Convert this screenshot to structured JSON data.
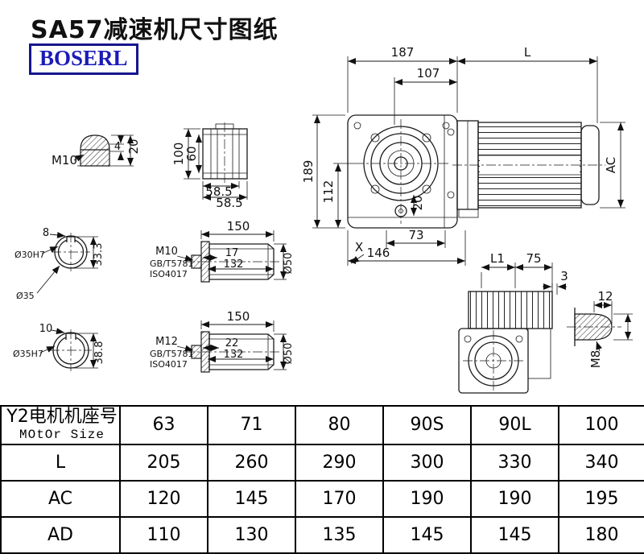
{
  "page": {
    "title": "SA57减速机尺寸图纸",
    "brand": "BOSERL"
  },
  "drawing": {
    "main_view": {
      "dim_width_housing": "187",
      "dim_motor_length": "L",
      "dim_107": "107",
      "dim_height": "189",
      "dim_112": "112",
      "dim_20": "20",
      "dim_73": "73",
      "dim_146": "146",
      "view_arrow": "X",
      "dim_motor_dia": "AC"
    },
    "side_view": {
      "dim_l1": "L1",
      "dim_75": "75",
      "dim_3": "3"
    },
    "shaft_end": {
      "dim_12": "12",
      "thread": "M8"
    },
    "plug": {
      "thread": "M10",
      "dim_4": "4",
      "dim_20": "20"
    },
    "hub_top": {
      "dim_100": "100",
      "dim_60": "60",
      "dim_58_5_a": "58.5",
      "dim_58_5_b": "58.5"
    },
    "bore1": {
      "dim_key_width": "8",
      "label_bore": "Ø30H7",
      "dim_key_depth": "33.3",
      "label_od": "Ø35"
    },
    "shaft1": {
      "dim_length": "150",
      "thread": "M10",
      "dim_17": "17",
      "dim_132": "132",
      "dim_dia": "Ø50",
      "std1": "GB/T5781",
      "std2": "ISO4017"
    },
    "bore2": {
      "dim_key_width": "10",
      "label_bore": "Ø35H7",
      "dim_key_depth": "38.8"
    },
    "shaft2": {
      "dim_length": "150",
      "thread": "M12",
      "dim_22": "22",
      "dim_132": "132",
      "dim_dia": "Ø50",
      "std1": "GB/T5781",
      "std2": "ISO4017"
    }
  },
  "table": {
    "motor_row": {
      "label_cn": "Y2电机机座号",
      "label_en": "MOtOr Size",
      "values": [
        "63",
        "71",
        "80",
        "90S",
        "90L",
        "100"
      ]
    },
    "rows": [
      {
        "label": "L",
        "values": [
          "205",
          "260",
          "290",
          "300",
          "330",
          "340"
        ]
      },
      {
        "label": "AC",
        "values": [
          "120",
          "145",
          "170",
          "190",
          "190",
          "195"
        ]
      },
      {
        "label": "AD",
        "values": [
          "110",
          "130",
          "135",
          "145",
          "145",
          "180"
        ]
      }
    ]
  }
}
